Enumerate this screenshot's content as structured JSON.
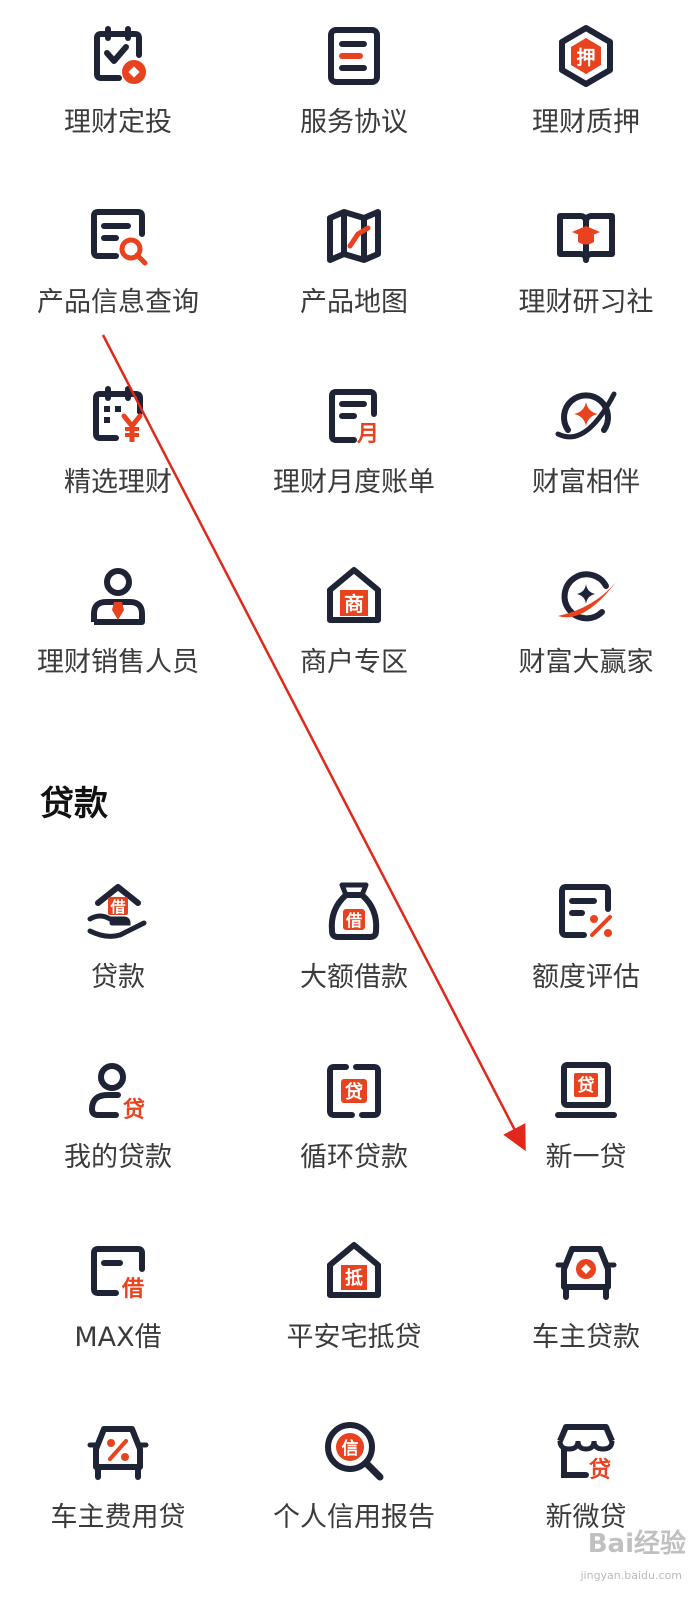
{
  "colors": {
    "navy": "#1e2436",
    "accent": "#e8421e",
    "arrow": "#e0281c"
  },
  "finance_items": [
    {
      "label": "理财定投",
      "icon": "calendar-check-icon"
    },
    {
      "label": "服务协议",
      "icon": "document-icon"
    },
    {
      "label": "理财质押",
      "icon": "pledge-hexagon-icon",
      "glyph": "押"
    },
    {
      "label": "产品信息查询",
      "icon": "search-document-icon"
    },
    {
      "label": "产品地图",
      "icon": "map-icon"
    },
    {
      "label": "理财研习社",
      "icon": "book-graduation-icon"
    },
    {
      "label": "精选理财",
      "icon": "calendar-yen-icon"
    },
    {
      "label": "理财月度账单",
      "icon": "monthly-bill-icon",
      "glyph": "月"
    },
    {
      "label": "财富相伴",
      "icon": "sparkle-orbit-icon"
    },
    {
      "label": "理财销售人员",
      "icon": "salesperson-icon"
    },
    {
      "label": "商户专区",
      "icon": "merchant-house-icon",
      "glyph": "商"
    },
    {
      "label": "财富大赢家",
      "icon": "rocket-orbit-icon"
    }
  ],
  "loan_section": {
    "title": "贷款"
  },
  "loan_items": [
    {
      "label": "贷款",
      "icon": "loan-hand-icon",
      "glyph": "借"
    },
    {
      "label": "大额借款",
      "icon": "money-bag-icon",
      "glyph": "借"
    },
    {
      "label": "额度评估",
      "icon": "percent-document-icon"
    },
    {
      "label": "我的贷款",
      "icon": "user-loan-icon",
      "glyph": "贷"
    },
    {
      "label": "循环贷款",
      "icon": "cycle-loan-icon",
      "glyph": "贷"
    },
    {
      "label": "新一贷",
      "icon": "laptop-loan-icon",
      "glyph": "贷"
    },
    {
      "label": "MAX借",
      "icon": "card-borrow-icon",
      "glyph": "借"
    },
    {
      "label": "平安宅抵贷",
      "icon": "house-mortgage-icon",
      "glyph": "抵"
    },
    {
      "label": "车主贷款",
      "icon": "car-coin-icon"
    },
    {
      "label": "车主费用贷",
      "icon": "car-percent-icon"
    },
    {
      "label": "个人信用报告",
      "icon": "credit-search-icon",
      "glyph": "信"
    },
    {
      "label": "新微贷",
      "icon": "shop-loan-icon",
      "glyph": "贷"
    }
  ],
  "watermark": {
    "text": "Bai经验",
    "sub": "jingyan.baidu.com"
  }
}
